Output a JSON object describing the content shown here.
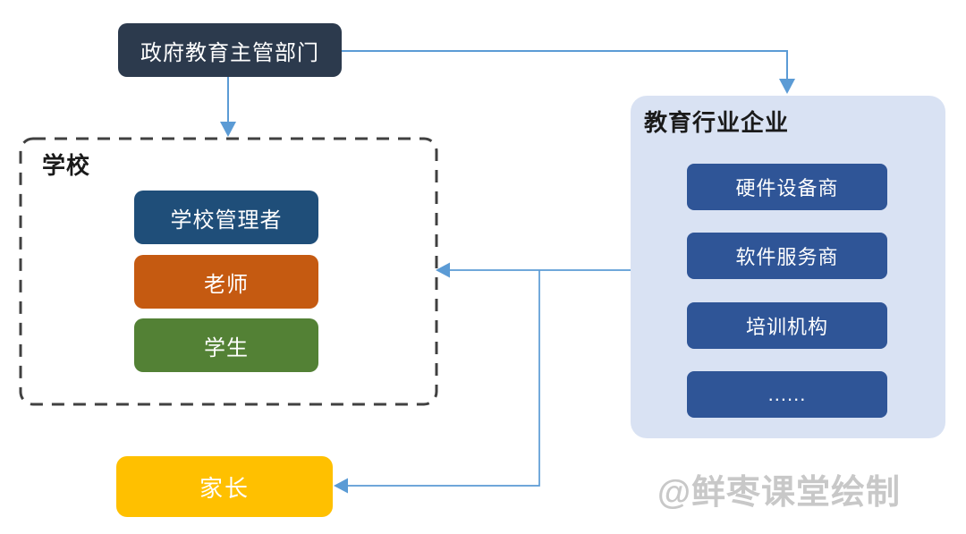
{
  "government": {
    "label": "政府教育主管部门"
  },
  "school": {
    "title": "学校",
    "members": [
      {
        "label": "学校管理者",
        "color": "#1F4E79"
      },
      {
        "label": "老师",
        "color": "#C55A11"
      },
      {
        "label": "学生",
        "color": "#538135"
      }
    ]
  },
  "industry": {
    "title": "教育行业企业",
    "companies": [
      {
        "label": "硬件设备商"
      },
      {
        "label": "软件服务商"
      },
      {
        "label": "培训机构"
      },
      {
        "label": "......"
      }
    ]
  },
  "parents": {
    "label": "家长"
  },
  "watermark": {
    "label": "@鲜枣课堂绘制"
  },
  "colors": {
    "arrow": "#5B9BD5",
    "dashed_border": "#404040",
    "government_bg": "#2C3A4D",
    "panel_bg": "#D9E2F3",
    "company_bg": "#2F5597",
    "parents_bg": "#FFC000",
    "watermark": "#C8C8C8",
    "heading_text": "#1A1A1A"
  }
}
